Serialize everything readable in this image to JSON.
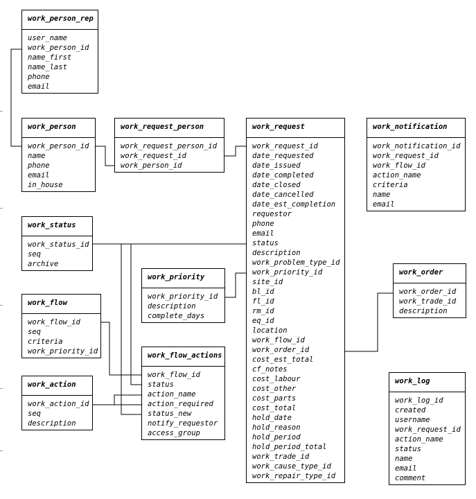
{
  "entities": [
    {
      "id": "work_person_rep",
      "title": "work_person_rep",
      "fields": [
        "user_name",
        "work_person_id",
        "name_first",
        "name_last",
        "phone",
        "email"
      ]
    },
    {
      "id": "work_person",
      "title": "work_person",
      "fields": [
        "work_person_id",
        "name",
        "phone",
        "email",
        "in_house"
      ]
    },
    {
      "id": "work_request_person",
      "title": "work_request_person",
      "fields": [
        "work_request_person_id",
        "work_request_id",
        "work_person_id"
      ]
    },
    {
      "id": "work_request",
      "title": "work_request",
      "fields": [
        "work_request_id",
        "date_requested",
        "date_issued",
        "date_completed",
        "date_closed",
        "date_cancelled",
        "date_est_completion",
        "requestor",
        "phone",
        "email",
        "status",
        "description",
        "work_problem_type_id",
        "work_priority_id",
        "site_id",
        "bl_id",
        "fl_id",
        "rm_id",
        "eq_id",
        "location",
        "work_flow_id",
        "work_order_id",
        "cost_est_total",
        "cf_notes",
        "cost_labour",
        "cost_other",
        "cost_parts",
        "cost_total",
        "hold_date",
        "hold_reason",
        "hold_period",
        "hold_period_total",
        "work_trade_id",
        "work_cause_type_id",
        "work_repair_type_id"
      ]
    },
    {
      "id": "work_notification",
      "title": "work_notification",
      "fields": [
        "work_notification_id",
        "work_request_id",
        "work_flow_id",
        "action_name",
        "criteria",
        "name",
        "email"
      ]
    },
    {
      "id": "work_status",
      "title": "work_status",
      "fields": [
        "work_status_id",
        "seq",
        "archive"
      ]
    },
    {
      "id": "work_priority",
      "title": "work_priority",
      "fields": [
        "work_priority_id",
        "description",
        "complete_days"
      ]
    },
    {
      "id": "work_order",
      "title": "work_order",
      "fields": [
        "work_order_id",
        "work_trade_id",
        "description"
      ]
    },
    {
      "id": "work_flow",
      "title": "work_flow",
      "fields": [
        "work_flow_id",
        "seq",
        "criteria",
        "work_priority_id"
      ]
    },
    {
      "id": "work_flow_actions",
      "title": "work_flow_actions",
      "fields": [
        "work_flow_id",
        "status",
        "action_name",
        "action_required",
        "status_new",
        "notify_requestor",
        "access_group"
      ]
    },
    {
      "id": "work_action",
      "title": "work_action",
      "fields": [
        "work_action_id",
        "seq",
        "description"
      ]
    },
    {
      "id": "work_log",
      "title": "work_log",
      "fields": [
        "work_log_id",
        "created",
        "username",
        "work_request_id",
        "action_name",
        "status",
        "name",
        "email",
        "comment"
      ]
    }
  ],
  "relationships": [
    {
      "from": "work_person_rep.work_person_id",
      "to": "work_person.work_person_id"
    },
    {
      "from": "work_person.work_person_id",
      "to": "work_request_person.work_person_id"
    },
    {
      "from": "work_request_person.work_request_id",
      "to": "work_request.work_request_id"
    },
    {
      "from": "work_status.work_status_id",
      "to": "work_request.status"
    },
    {
      "from": "work_status.work_status_id",
      "to": "work_flow_actions.status"
    },
    {
      "from": "work_status.work_status_id",
      "to": "work_flow_actions.status_new"
    },
    {
      "from": "work_priority.work_priority_id",
      "to": "work_request.work_priority_id"
    },
    {
      "from": "work_order.work_order_id",
      "to": "work_request.work_order_id"
    },
    {
      "from": "work_flow.work_flow_id",
      "to": "work_flow_actions.work_flow_id"
    },
    {
      "from": "work_action.work_action_id",
      "to": "work_flow_actions.action_name"
    },
    {
      "from": "work_action.work_action_id",
      "to": "work_flow_actions.action_required"
    }
  ]
}
